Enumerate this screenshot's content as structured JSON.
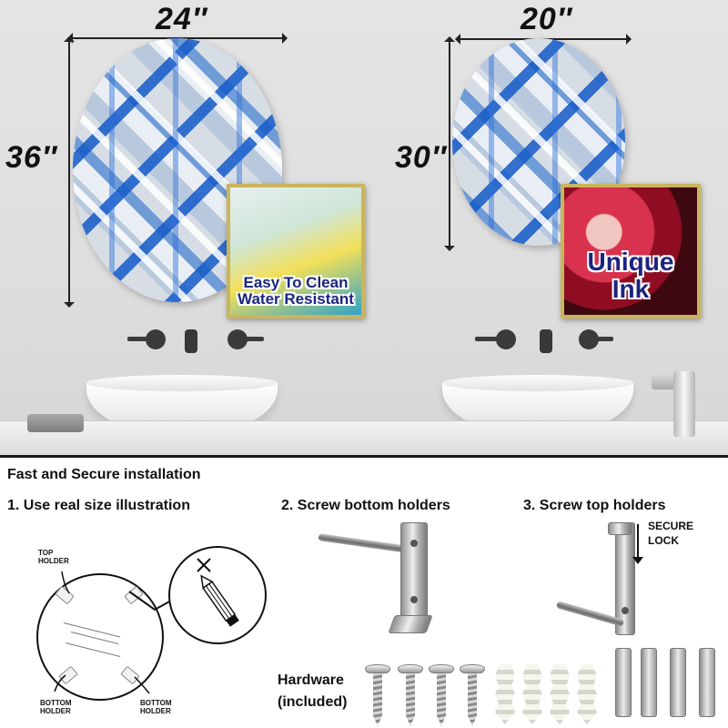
{
  "dimensions": {
    "left_width": "24″",
    "left_height": "36″",
    "right_width": "20″",
    "right_height": "30″"
  },
  "badges": {
    "clean_line1": "Easy To Clean",
    "clean_line2": "Water Resistant",
    "ink_line1": "Unique",
    "ink_line2": "Ink"
  },
  "installation": {
    "heading": "Fast and Secure installation",
    "step1": "1. Use real size illustration",
    "step2": "2. Screw bottom holders",
    "step3": "3. Screw top holders",
    "top_holder": "TOP HOLDER",
    "bottom_holder_left": "BOTTOM HOLDER",
    "bottom_holder_right": "BOTTOM HOLDER",
    "secure_line1": "SECURE",
    "secure_line2": "LOCK",
    "hardware_line1": "Hardware",
    "hardware_line2": "(included)"
  },
  "colors": {
    "mirror_blue": "#2f6fd0",
    "badge_border": "#cbb55c",
    "badge_text": "#1b2480"
  }
}
